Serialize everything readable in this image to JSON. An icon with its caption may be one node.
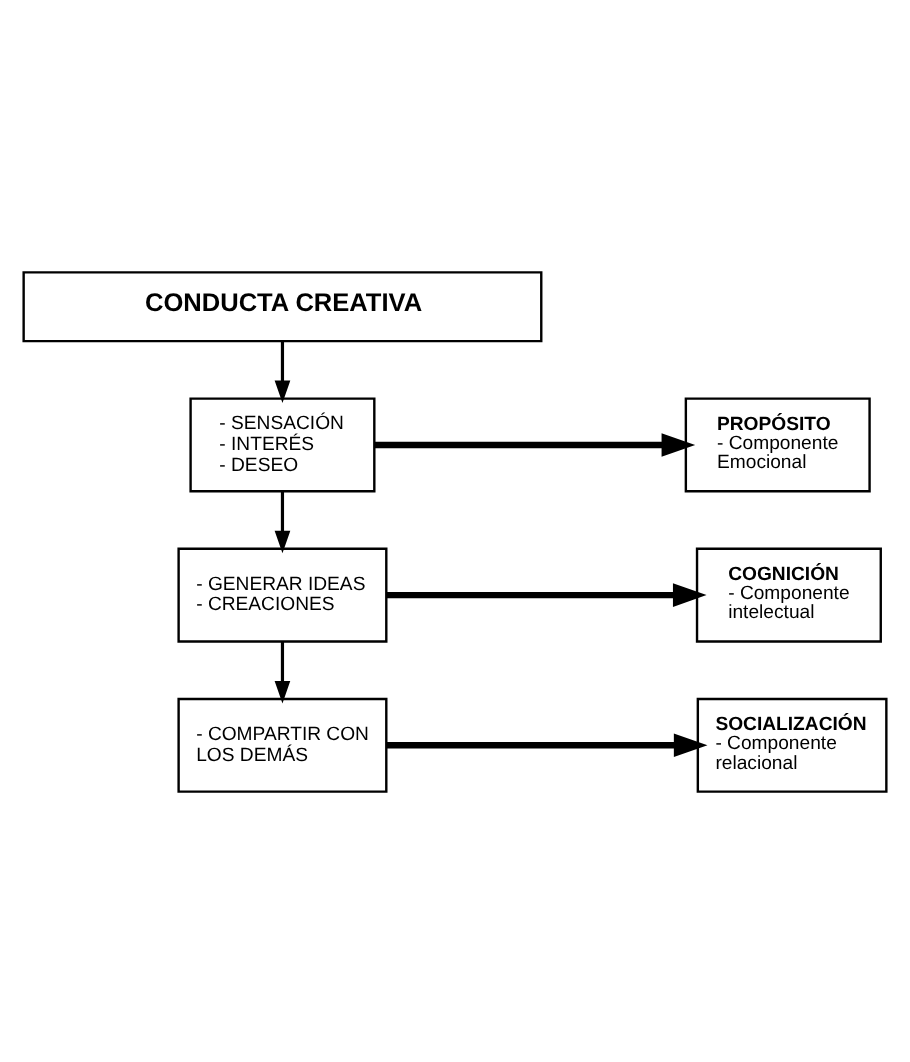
{
  "diagram": {
    "nodes": [
      {
        "text": [
          "CONDUCTA CREATIVA"
        ]
      },
      {
        "text": [
          "- SENSACIÓN",
          "- INTERÉS",
          "- DESEO"
        ]
      },
      {
        "text": [
          "PROPÓSITO",
          "- Componente Emocional"
        ]
      },
      {
        "text": [
          "- GENERAR IDEAS",
          "- CREACIONES"
        ]
      },
      {
        "text": [
          "COGNICIÓN",
          "- Componente intelectual"
        ]
      },
      {
        "text": [
          "- COMPARTIR CON LOS DEMÁS"
        ]
      },
      {
        "text": [
          "SOCIALIZACIÓN",
          "- Componente relacional"
        ]
      }
    ],
    "edges": [
      {
        "from": 0,
        "to": 1,
        "arrow": "to"
      },
      {
        "from": 1,
        "to": 2,
        "arrow": "to",
        "style": "thick"
      },
      {
        "from": 1,
        "to": 3,
        "arrow": "to"
      },
      {
        "from": 3,
        "to": 4,
        "arrow": "to",
        "style": "thick"
      },
      {
        "from": 3,
        "to": 5,
        "arrow": "to"
      },
      {
        "from": 5,
        "to": 6,
        "arrow": "to",
        "style": "thick"
      }
    ]
  }
}
